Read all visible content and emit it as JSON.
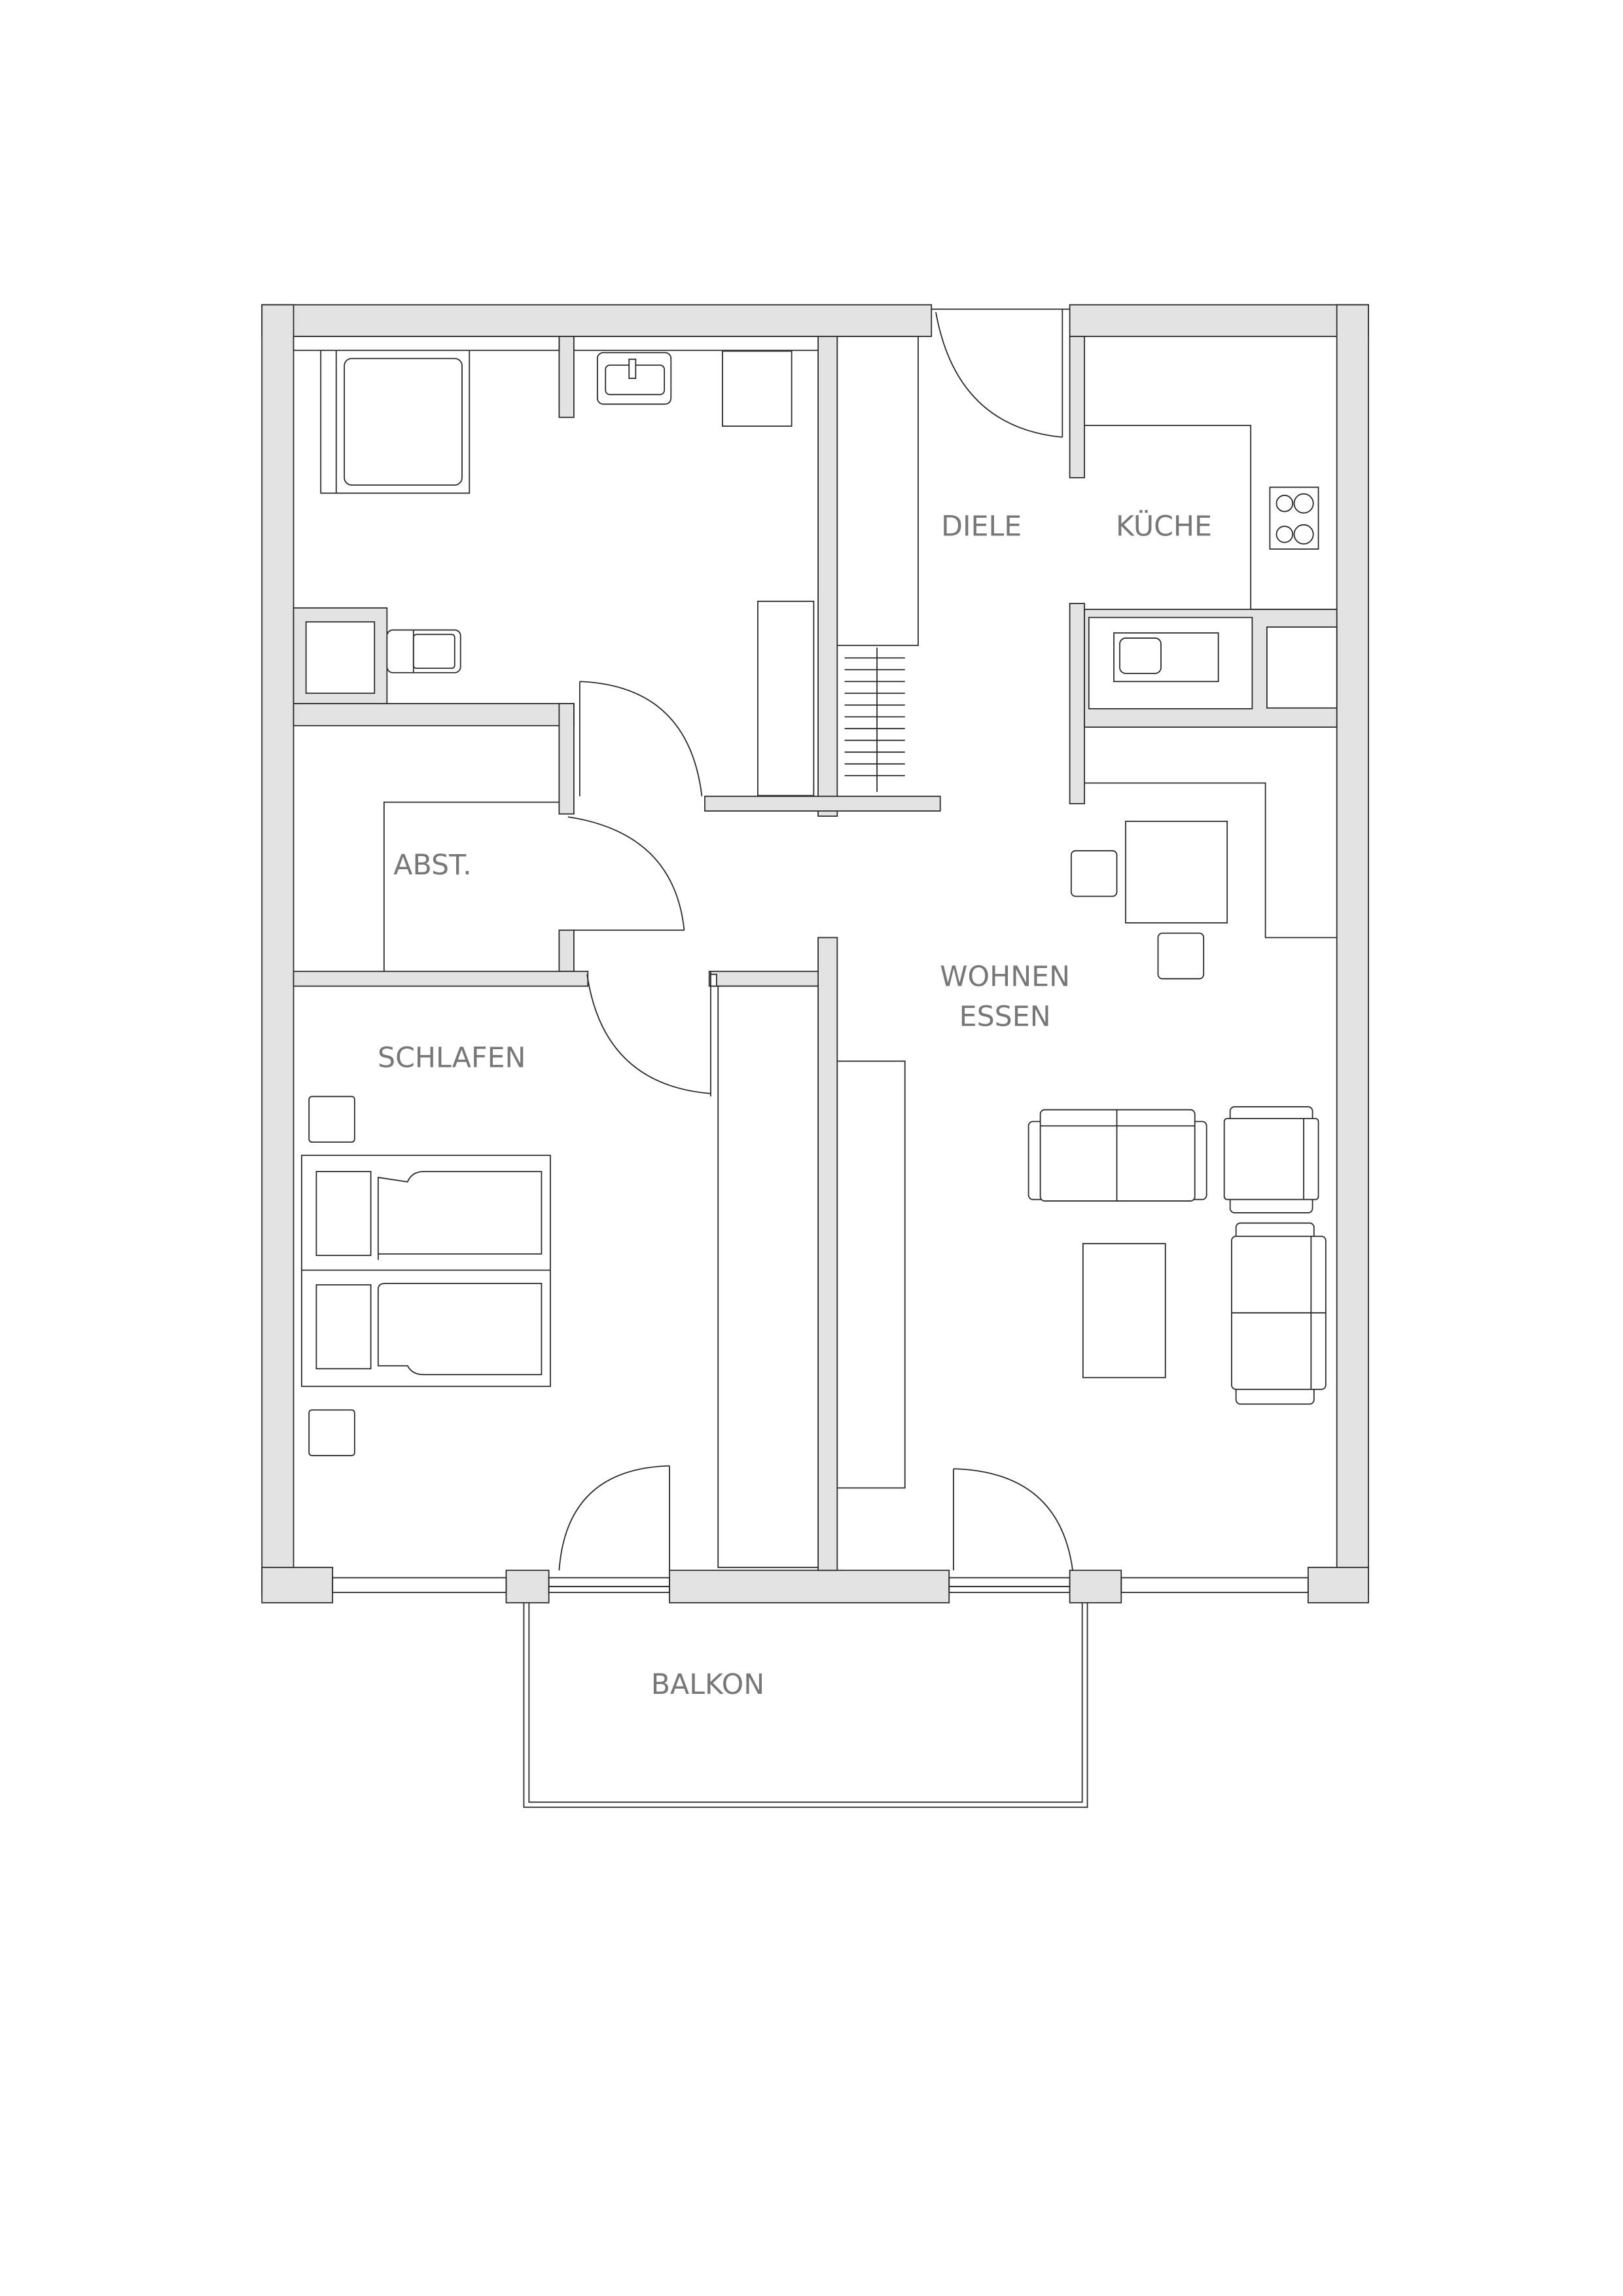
{
  "plan": {
    "rooms": {
      "diele": "DIELE",
      "kueche": "KÜCHE",
      "abst": "ABST.",
      "wohnen": "WOHNEN",
      "essen": "ESSEN",
      "schlafen": "SCHLAFEN",
      "balkon": "BALKON"
    },
    "colors": {
      "wall_fill": "#e3e3e3",
      "line": "#2b2b2b",
      "label": "#777777"
    }
  }
}
